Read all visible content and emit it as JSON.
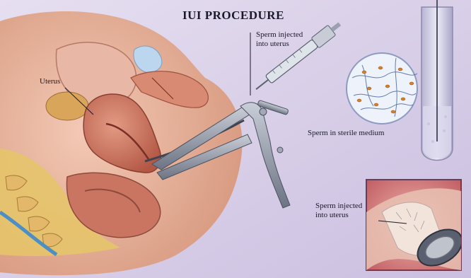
{
  "title": "IUI PROCEDURE",
  "labels": {
    "uterus": "Uterus",
    "injected_top_line1": "Sperm injected",
    "injected_top_line2": "into uterus",
    "sterile_medium": "Sperm in sterile medium",
    "injected_inset_line1": "Sperm injected",
    "injected_inset_line2": "into uterus"
  },
  "colors": {
    "background": "#d9cfe9",
    "tissue_pink": "#e7b3a3",
    "fat_yellow": "#e6c46a",
    "uterus_red": "#c26a58",
    "instrument_steel": "#7f8695",
    "text": "#1c1a2a"
  }
}
